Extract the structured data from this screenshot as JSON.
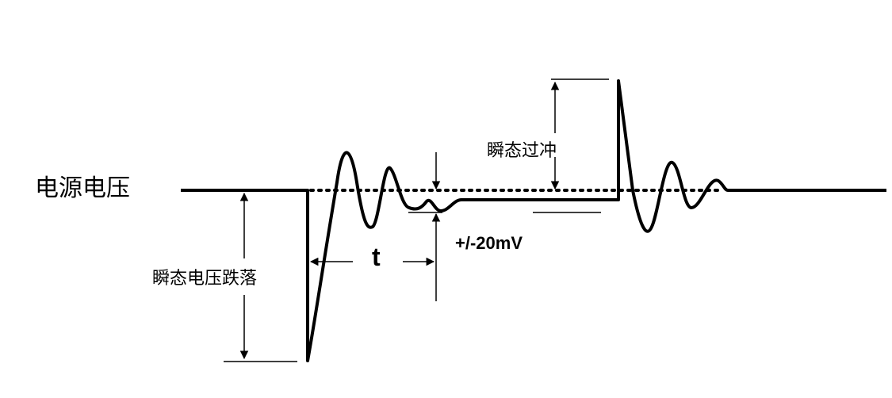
{
  "labels": {
    "supply_voltage": "电源电压",
    "transient_undershoot": "瞬态电压跌落",
    "transient_overshoot": "瞬态过冲",
    "recovery_time": "t",
    "tolerance": "+/-20mV"
  },
  "colors": {
    "line": "#000000",
    "background": "#ffffff"
  }
}
